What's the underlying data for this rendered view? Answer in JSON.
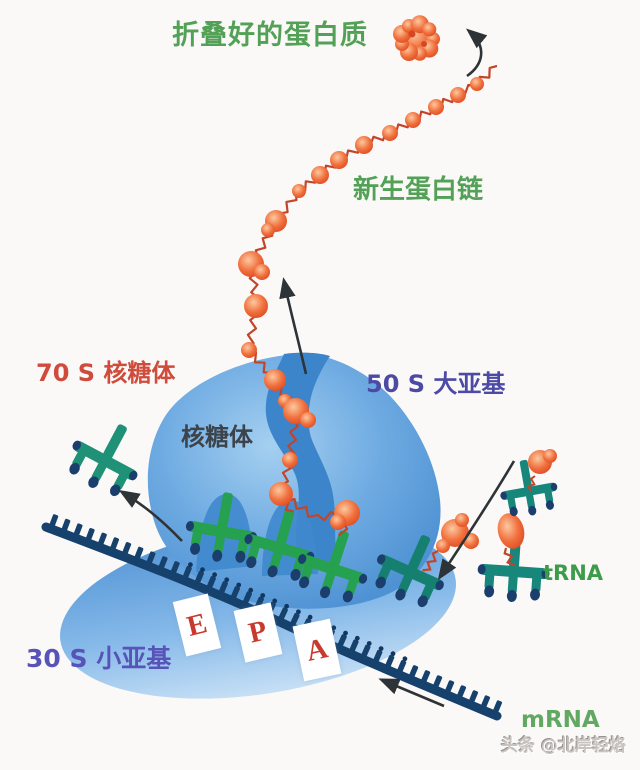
{
  "labels": {
    "folded_protein": "折叠好的蛋白质",
    "nascent_chain": "新生蛋白链",
    "ribosome_70s": "70 S 核糖体",
    "large_subunit_50s": "50 S 大亚基",
    "ribosome": "核糖体",
    "small_subunit_30s": "30 S 小亚基",
    "trna": "tRNA",
    "mrna": "mRNA",
    "site_e": "E",
    "site_p": "P",
    "site_a": "A",
    "watermark": "头条 @北岸轻烙"
  },
  "colors": {
    "label_green": "#52a156",
    "label_red": "#cf4b3b",
    "label_indigo": "#4c4aa4",
    "label_purple": "#5753b8",
    "label_dark": "#3c434b",
    "ribosome_blue_light": "#9ccaee",
    "ribosome_blue": "#5d9dd9",
    "exit_channel_blue": "#3c85cb",
    "mrna_navy": "#16416d",
    "trna_green": "#25a150",
    "trna_teal": "#1e9176",
    "protein_orange": "#ee6a38",
    "chain_red": "#c2452a",
    "arrow_black": "#2e3338",
    "site_letter_red": "#c93a2e",
    "watermark_gray": "#c9c4c0"
  }
}
